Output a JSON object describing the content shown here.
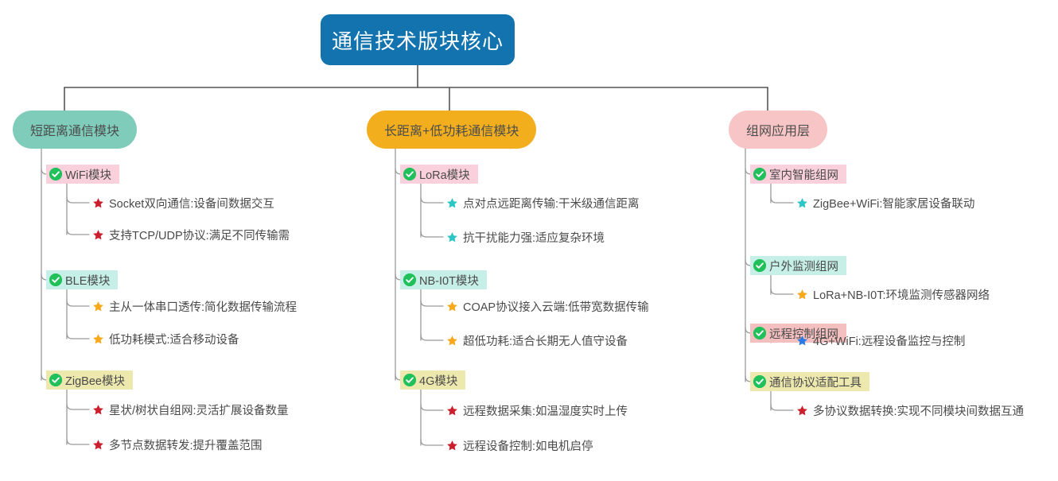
{
  "diagram": {
    "title": "通信技术版块核心",
    "type": "mindmap",
    "root": {
      "label": "通信技术版块核心",
      "color": "#1273AF",
      "text_color": "#ffffff"
    },
    "icons": {
      "check": "check-circle-icon",
      "star": "star-icon"
    },
    "branches": [
      {
        "label": "短距离通信模块",
        "color": "#7FCCBB",
        "children": [
          {
            "label": "WiFi模块",
            "highlight": "#FAD0DC",
            "children": [
              {
                "label": "Socket双向通信:设备间数据交互",
                "star_color": "#CC1F2D"
              },
              {
                "label": "支持TCP/UDP协议:满足不同传输需",
                "star_color": "#CC1F2D"
              }
            ]
          },
          {
            "label": "BLE模块",
            "highlight": "#C6EFE8",
            "children": [
              {
                "label": "主从一体串口透传:简化数据传输流程",
                "star_color": "#F7A81B"
              },
              {
                "label": "低功耗模式:适合移动设备",
                "star_color": "#F7A81B"
              }
            ]
          },
          {
            "label": "ZigBee模块",
            "highlight": "#EDE8AE",
            "children": [
              {
                "label": "星状/树状自组网:灵活扩展设备数量",
                "star_color": "#CC1F2D"
              },
              {
                "label": "多节点数据转发:提升覆盖范围",
                "star_color": "#CC1F2D"
              }
            ]
          }
        ]
      },
      {
        "label": "长距离+低功耗通信模块",
        "color": "#F2AE1C",
        "children": [
          {
            "label": "LoRa模块",
            "highlight": "#FAD0DC",
            "children": [
              {
                "label": "点对点远距离传输:干米级通信距离",
                "star_color": "#2CC5C5"
              },
              {
                "label": "抗干扰能力强:适应复杂环境",
                "star_color": "#2CC5C5"
              }
            ]
          },
          {
            "label": "NB-I0T模块",
            "highlight": "#C6EFE8",
            "children": [
              {
                "label": "COAP协议接入云端:低带宽数据传输",
                "star_color": "#F7A81B"
              },
              {
                "label": "超低功耗:适合长期无人值守设备",
                "star_color": "#F7A81B"
              }
            ]
          },
          {
            "label": "4G模块",
            "highlight": "#EDE8AE",
            "children": [
              {
                "label": "远程数据采集:如温湿度实时上传",
                "star_color": "#CC1F2D"
              },
              {
                "label": "远程设备控制:如电机启停",
                "star_color": "#CC1F2D"
              }
            ]
          }
        ]
      },
      {
        "label": "组网应用层",
        "color": "#F7C5C5",
        "children": [
          {
            "label": "室内智能组网",
            "highlight": "#FAD0DC",
            "children": [
              {
                "label": "ZigBee+WiFi:智能家居设备联动",
                "star_color": "#2CC5C5"
              }
            ]
          },
          {
            "label": "户外监测组网",
            "highlight": "#C6EFE8",
            "children": [
              {
                "label": "LoRa+NB-I0T:环境监测传感器网络",
                "star_color": "#F7A81B"
              }
            ]
          },
          {
            "label": "远程控制组网",
            "highlight": "#F3BFBF",
            "children": [
              {
                "label": "4G+WiFi:远程设备监控与控制",
                "star_color": "#2979E8"
              }
            ]
          },
          {
            "label": "通信协议适配工具",
            "highlight": "#EDE8AE",
            "children": [
              {
                "label": "多协议数据转换:实现不同模块间数据互通",
                "star_color": "#CC1F2D"
              }
            ]
          }
        ]
      }
    ]
  }
}
